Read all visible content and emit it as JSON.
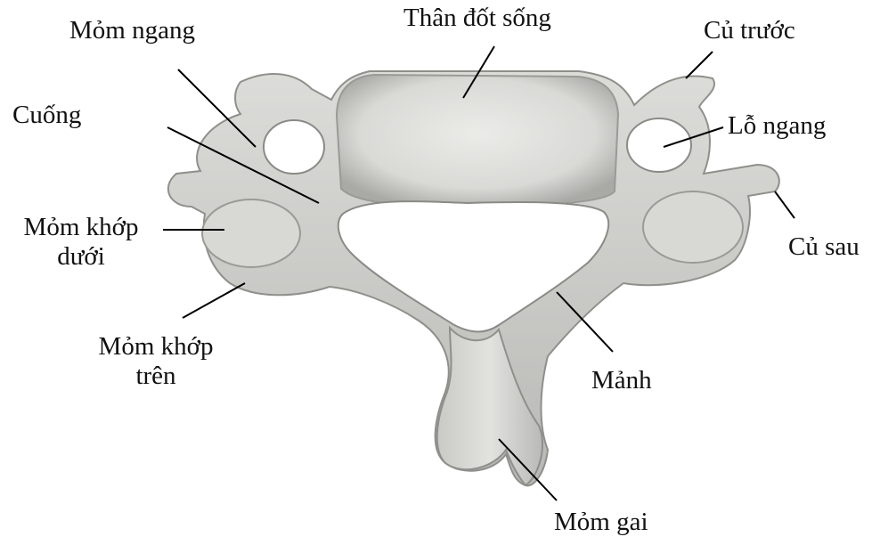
{
  "labels": {
    "than_dot_song": "Thân đốt sống",
    "mom_ngang": "Mỏm ngang",
    "cu_truoc": "Củ trước",
    "cuong": "Cuống",
    "lo_ngang": "Lỗ ngang",
    "mom_khop_duoi_line1": "Mỏm khớp",
    "mom_khop_duoi_line2": "dưới",
    "cu_sau": "Củ sau",
    "mom_khop_tren_line1": "Mỏm khớp",
    "mom_khop_tren_line2": "trên",
    "manh": "Mảnh",
    "mom_gai": "Mỏm gai"
  },
  "colors": {
    "bone_light": "#e8e8e6",
    "bone_mid": "#cfcfcc",
    "bone_dark": "#8f8f8c",
    "foramen": "#ffffff",
    "leader_line": "#000000"
  }
}
